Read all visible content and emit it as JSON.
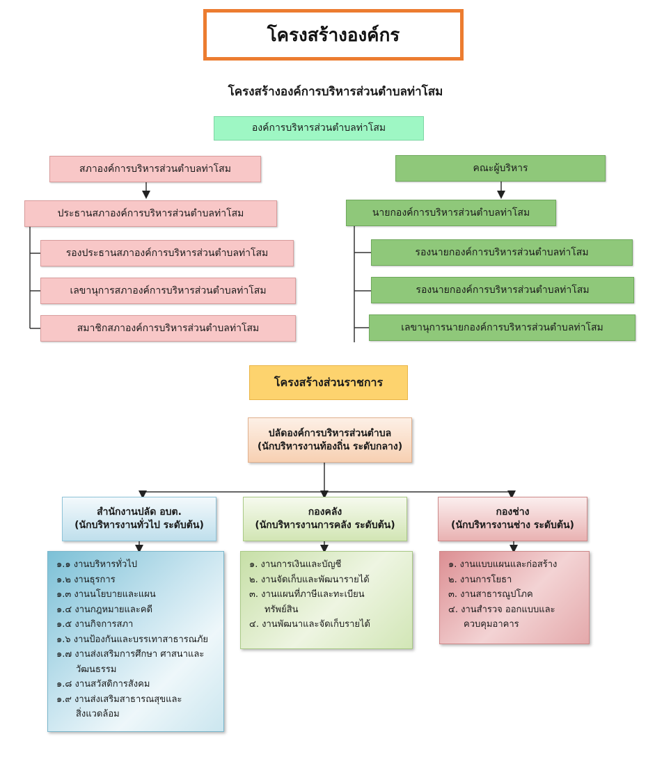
{
  "page_title": "โครงสร้างองค์กร",
  "org_title": "โครงสร้างองค์การบริหารส่วนตำบลท่าโสม",
  "top_box": "องค์การบริหารส่วนตำบลท่าโสม",
  "council": {
    "head": "สภาองค์การบริหารส่วนตำบลท่าโสม",
    "chair": "ประธานสภาองค์การบริหารส่วนตำบลท่าโสม",
    "members": [
      "รองประธานสภาองค์การบริหารส่วนตำบลท่าโสม",
      "เลขานุการสภาองค์การบริหารส่วนตำบลท่าโสม",
      "สมาชิกสภาองค์การบริหารส่วนตำบลท่าโสม"
    ]
  },
  "executive": {
    "head": "คณะผู้บริหาร",
    "chief": "นายกองค์การบริหารส่วนตำบลท่าโสม",
    "members": [
      "รองนายกองค์การบริหารส่วนตำบลท่าโสม",
      "รองนายกองค์การบริหารส่วนตำบลท่าโสม",
      "เลขานุการนายกองค์การบริหารส่วนตำบลท่าโสม"
    ]
  },
  "admin_title": "โครงสร้างส่วนราชการ",
  "palad": {
    "line1": "ปลัดองค์การบริหารส่วนตำบล",
    "line2": "(นักบริหารงานท้องถิ่น ระดับกลาง)"
  },
  "departments": [
    {
      "line1": "สำนักงานปลัด อบต.",
      "line2": "(นักบริหารงานทั่วไป ระดับต้น)",
      "items": [
        "๑.๑ งานบริหารทั่วไป",
        "๑.๒ งานธุรการ",
        "๑.๓ งานนโยบายและแผน",
        "๑.๔ งานกฎหมายและคดี",
        "๑.๕ งานกิจการสภา",
        "๑.๖ งานป้องกันและบรรเทาสาธารณภัย",
        "๑.๗ งานส่งเสริมการศึกษา ศาสนาและ",
        "วัฒนธรรม",
        "๑.๘ งานสวัสดิการสังคม",
        "๑.๙ งานส่งเสริมสาธารณสุขและ",
        "สิ่งแวดล้อม"
      ]
    },
    {
      "line1": "กองคลัง",
      "line2": "(นักบริหารงานการคลัง ระดับต้น)",
      "items": [
        "๑. งานการเงินและบัญชี",
        "๒. งานจัดเก็บและพัฒนารายได้",
        "๓. งานแผนที่ภาษีและทะเบียน",
        "ทรัพย์สิน",
        "๔. งานพัฒนาและจัดเก็บรายได้"
      ]
    },
    {
      "line1": "กองช่าง",
      "line2": "(นักบริหารงานช่าง ระดับต้น)",
      "items": [
        "๑. งานแบบแผนและก่อสร้าง",
        "๒. งานการโยธา",
        "๓. งานสาธารณูปโภค",
        "๔. งานสำรวจ ออกแบบและ",
        "ควบคุมอาคาร"
      ]
    }
  ]
}
